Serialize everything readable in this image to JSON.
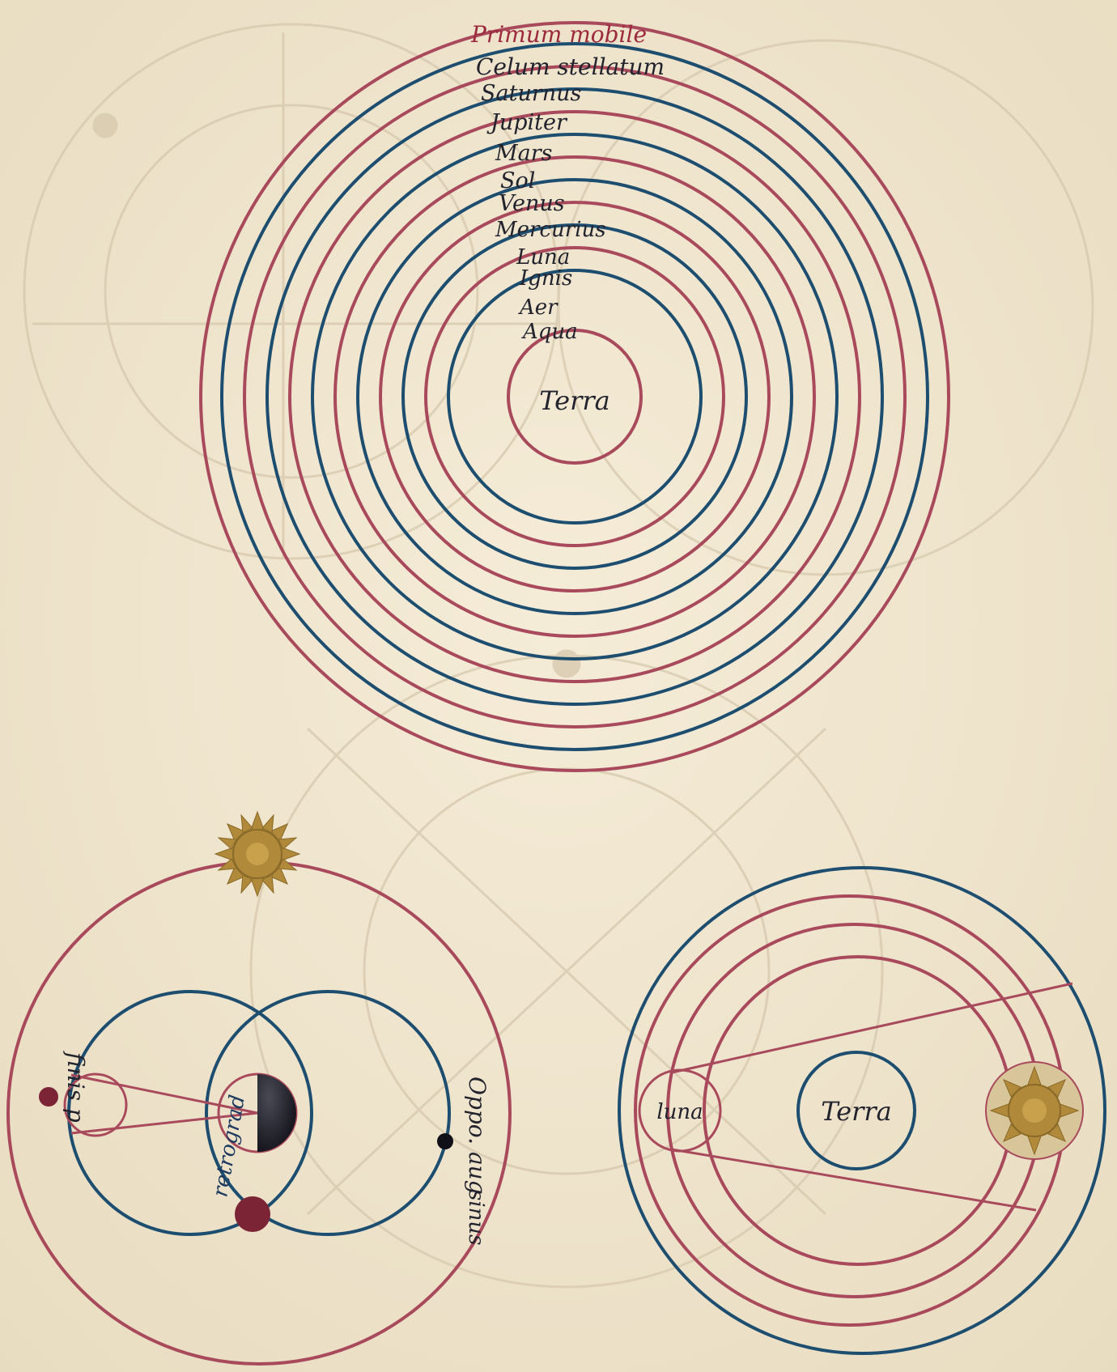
{
  "spheres_diagram": {
    "labels": [
      "Primum mobile",
      "Celum stellatum",
      "Saturnus",
      "Jupiter",
      "Mars",
      "Sol",
      "Venus",
      "Mercurius",
      "Luna",
      "Ignis",
      "Aer",
      "Aqua"
    ],
    "center_label": "Terra"
  },
  "lunar_diagram": {
    "labels": {
      "finis": "finis p",
      "oppositio": "Oppo. aug",
      "retrogradatio": "retrograd",
      "sinus": "sinus"
    }
  },
  "eclipse_diagram": {
    "labels": {
      "luna": "luna",
      "terra": "Terra"
    }
  },
  "colors": {
    "parchment": "#efe4cc",
    "red_ink": "#9c2a3d",
    "blue_ink": "#1d4e70",
    "gold": "#b08a3a",
    "black_ink": "#23232e"
  }
}
